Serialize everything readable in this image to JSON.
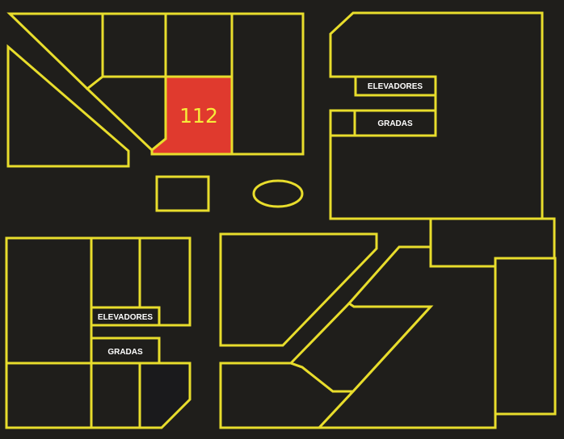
{
  "colors": {
    "background": "#1f1e1b",
    "outline": "#e8dd2c",
    "highlight": "#e03a2e",
    "room_number": "#f7ec3a",
    "label_text": "#ffffff"
  },
  "highlighted_room": {
    "number": "112"
  },
  "labels": {
    "elevators_top": "ELEVADORES",
    "stairs_top": "GRADAS",
    "elevators_bottom": "ELEVADORES",
    "stairs_bottom": "GRADAS"
  }
}
